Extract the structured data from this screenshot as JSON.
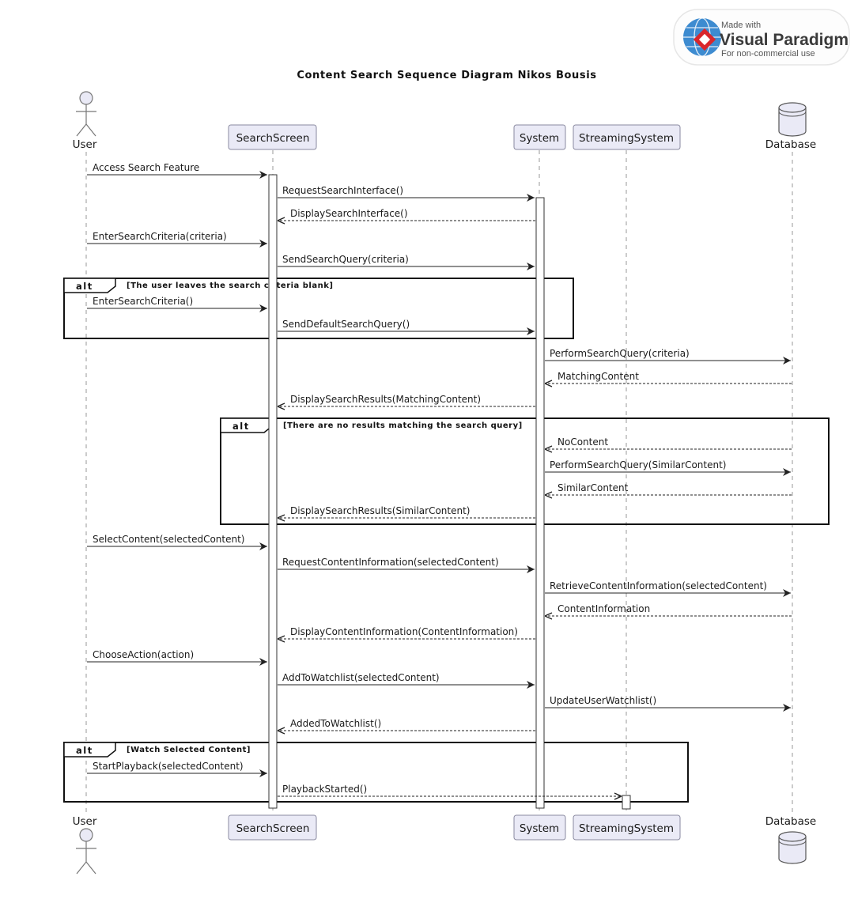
{
  "title": "Content Search Sequence Diagram Nikos Bousis",
  "watermark": {
    "made_with": "Made with",
    "brand": "Visual Paradigm",
    "usage": "For non-commercial use"
  },
  "participants": [
    {
      "id": "user",
      "label": "User",
      "kind": "actor"
    },
    {
      "id": "searchscreen",
      "label": "SearchScreen",
      "kind": "box"
    },
    {
      "id": "system",
      "label": "System",
      "kind": "box"
    },
    {
      "id": "streaming",
      "label": "StreamingSystem",
      "kind": "box"
    },
    {
      "id": "database",
      "label": "Database",
      "kind": "database"
    }
  ],
  "messages": [
    {
      "label": "Access Search Feature",
      "from": "user",
      "to": "searchscreen",
      "type": "sync"
    },
    {
      "label": "RequestSearchInterface()",
      "from": "searchscreen",
      "to": "system",
      "type": "sync"
    },
    {
      "label": "DisplaySearchInterface()",
      "from": "system",
      "to": "searchscreen",
      "type": "reply"
    },
    {
      "label": "EnterSearchCriteria(criteria)",
      "from": "user",
      "to": "searchscreen",
      "type": "sync"
    },
    {
      "label": "SendSearchQuery(criteria)",
      "from": "searchscreen",
      "to": "system",
      "type": "sync"
    },
    {
      "label": "EnterSearchCriteria()",
      "from": "user",
      "to": "searchscreen",
      "type": "sync"
    },
    {
      "label": "SendDefaultSearchQuery()",
      "from": "searchscreen",
      "to": "system",
      "type": "sync"
    },
    {
      "label": "PerformSearchQuery(criteria)",
      "from": "system",
      "to": "database",
      "type": "sync"
    },
    {
      "label": "MatchingContent",
      "from": "database",
      "to": "system",
      "type": "reply"
    },
    {
      "label": "DisplaySearchResults(MatchingContent)",
      "from": "system",
      "to": "searchscreen",
      "type": "reply"
    },
    {
      "label": "NoContent",
      "from": "database",
      "to": "system",
      "type": "reply"
    },
    {
      "label": "PerformSearchQuery(SimilarContent)",
      "from": "system",
      "to": "database",
      "type": "sync"
    },
    {
      "label": "SimilarContent",
      "from": "database",
      "to": "system",
      "type": "reply"
    },
    {
      "label": "DisplaySearchResults(SimilarContent)",
      "from": "system",
      "to": "searchscreen",
      "type": "reply"
    },
    {
      "label": "SelectContent(selectedContent)",
      "from": "user",
      "to": "searchscreen",
      "type": "sync"
    },
    {
      "label": "RequestContentInformation(selectedContent)",
      "from": "searchscreen",
      "to": "system",
      "type": "sync"
    },
    {
      "label": "RetrieveContentInformation(selectedContent)",
      "from": "system",
      "to": "database",
      "type": "sync"
    },
    {
      "label": "ContentInformation",
      "from": "database",
      "to": "system",
      "type": "reply"
    },
    {
      "label": "DisplayContentInformation(ContentInformation)",
      "from": "system",
      "to": "searchscreen",
      "type": "reply"
    },
    {
      "label": "ChooseAction(action)",
      "from": "user",
      "to": "searchscreen",
      "type": "sync"
    },
    {
      "label": "AddToWatchlist(selectedContent)",
      "from": "searchscreen",
      "to": "system",
      "type": "sync"
    },
    {
      "label": "UpdateUserWatchlist()",
      "from": "system",
      "to": "database",
      "type": "sync"
    },
    {
      "label": "AddedToWatchlist()",
      "from": "system",
      "to": "searchscreen",
      "type": "reply"
    },
    {
      "label": "StartPlayback(selectedContent)",
      "from": "user",
      "to": "searchscreen",
      "type": "sync"
    },
    {
      "label": "PlaybackStarted()",
      "from": "searchscreen",
      "to": "streaming",
      "type": "reply"
    }
  ],
  "fragments": [
    {
      "keyword": "alt",
      "guard": "[The user leaves the search criteria blank]"
    },
    {
      "keyword": "alt",
      "guard": "[There are no results matching the search query]"
    },
    {
      "keyword": "alt",
      "guard": "[Watch Selected Content]"
    }
  ]
}
